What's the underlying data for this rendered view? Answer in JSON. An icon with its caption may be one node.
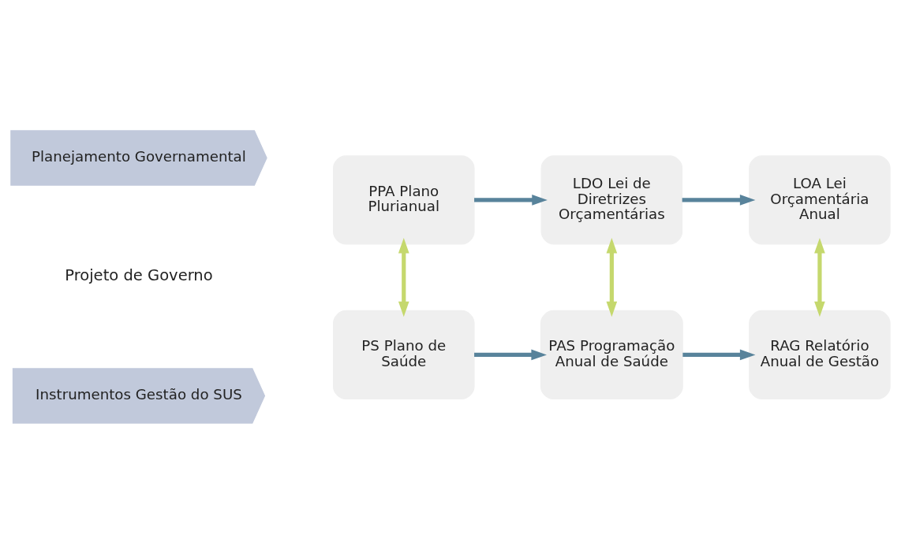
{
  "diagram": {
    "nodes": [
      {
        "text": [
          "Planejamento Governamental"
        ]
      },
      {
        "text": [
          "PPA Plano Plurianual"
        ]
      },
      {
        "text": [
          "LDO Lei de Diretrizes Orçamentárias"
        ]
      },
      {
        "text": [
          "LOA Lei Orçamentária Anual"
        ]
      },
      {
        "text": [
          "Instrumentos Gestão do SUS"
        ]
      },
      {
        "text": [
          "PS Plano de Saúde"
        ]
      },
      {
        "text": [
          "PAS Programação Anual de Saúde"
        ]
      },
      {
        "text": [
          "RAG Relatório Anual de Gestão"
        ]
      }
    ],
    "edges": [
      {
        "from": 1,
        "to": 2,
        "arrow": "to"
      },
      {
        "from": 2,
        "to": 3,
        "arrow": "to"
      },
      {
        "from": 1,
        "to": 5,
        "arrow": "both",
        "color": "#c5d86d"
      },
      {
        "from": 2,
        "to": 6,
        "arrow": "both",
        "color": "#c5d86d"
      },
      {
        "from": 3,
        "to": 7,
        "arrow": "both",
        "color": "#c5d86d"
      },
      {
        "from": 5,
        "to": 6,
        "arrow": "to"
      },
      {
        "from": 6,
        "to": 7,
        "arrow": "to"
      }
    ],
    "labels": [
      "Projeto de Governo"
    ]
  }
}
